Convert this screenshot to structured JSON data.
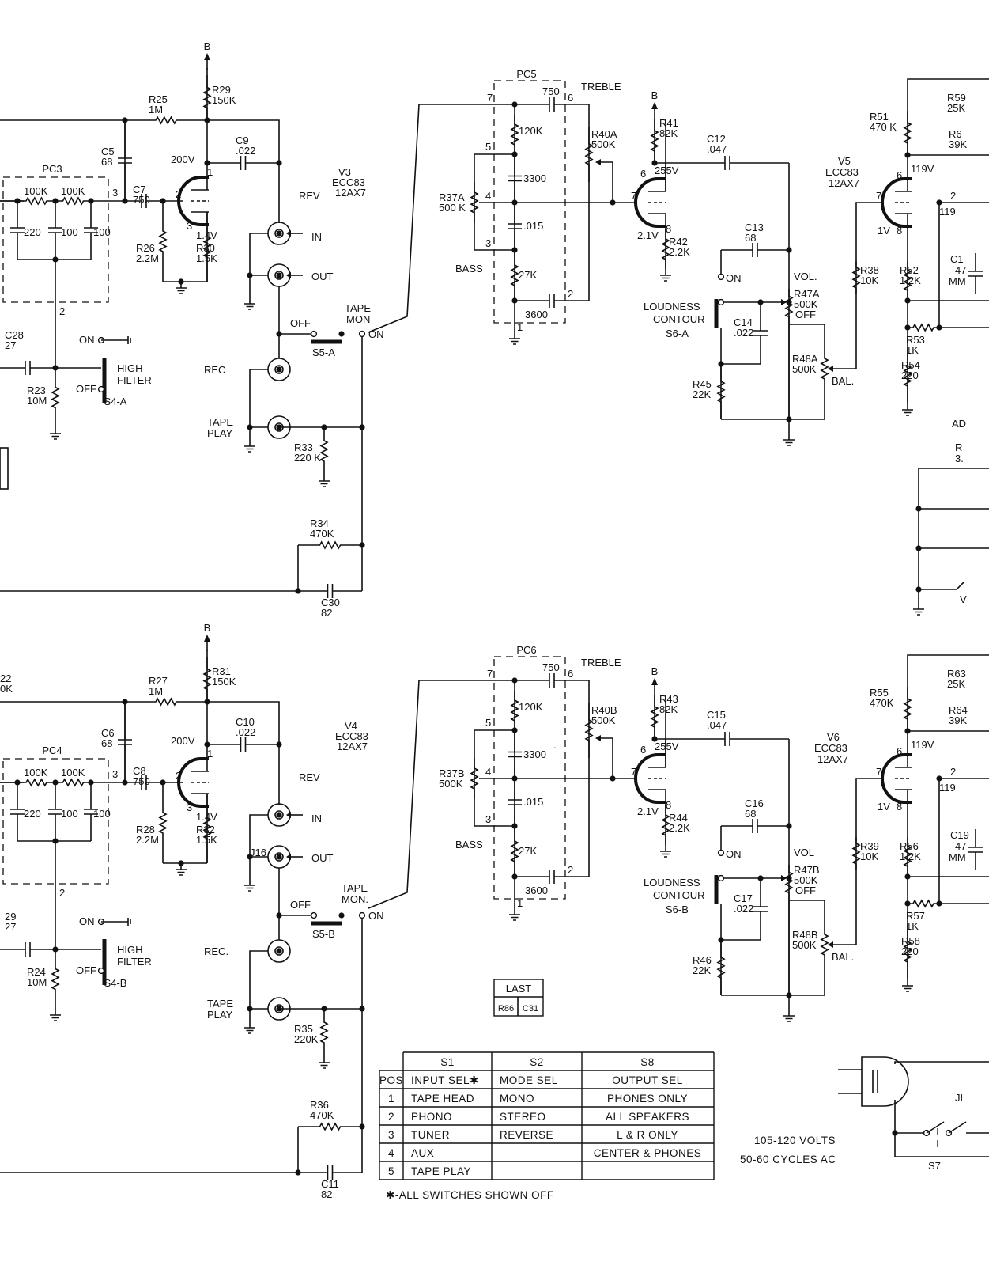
{
  "components": {
    "R25": [
      "R25",
      "1M"
    ],
    "R29": [
      "R29",
      "150K"
    ],
    "C5": [
      "C5",
      "68"
    ],
    "C7": [
      "C7",
      "750"
    ],
    "C9": [
      "C9",
      ".022"
    ],
    "R26": [
      "R26",
      "2.2M"
    ],
    "R30": [
      "R30",
      "1.5K"
    ],
    "C28": [
      "C28",
      "27"
    ],
    "R23": [
      "R23",
      "10M"
    ],
    "R33": [
      "R33",
      "220 K"
    ],
    "R34": [
      "R34",
      "470K"
    ],
    "C30": [
      "C30",
      "82"
    ],
    "R41": [
      "R41",
      "82K"
    ],
    "C12": [
      "C12",
      ".047"
    ],
    "R42": [
      "R42",
      "2.2K"
    ],
    "C13": [
      "C13",
      "68"
    ],
    "R37A": [
      "R37A",
      "500 K"
    ],
    "R40A": [
      "R40A",
      "500K"
    ],
    "R47A": [
      "R47A",
      "500K"
    ],
    "C14": [
      "C14",
      ".022"
    ],
    "R45": [
      "R45",
      "22K"
    ],
    "R48A": [
      "R48A",
      "500K"
    ],
    "R51": [
      "R51",
      "470 K"
    ],
    "R38": [
      "R38",
      "10K"
    ],
    "R52": [
      "R52",
      "1.2K"
    ],
    "R53": [
      "R53",
      "1K"
    ],
    "R54": [
      "R54",
      "220"
    ],
    "R59": [
      "R59",
      "25K"
    ],
    "R6x": [
      "R6",
      "39K"
    ],
    "R27": [
      "R27",
      "1M"
    ],
    "R31": [
      "R31",
      "150K"
    ],
    "C6": [
      "C6",
      "68"
    ],
    "C8": [
      "C8",
      "750"
    ],
    "C10": [
      "C10",
      ".022"
    ],
    "R28": [
      "R28",
      "2.2M"
    ],
    "R32": [
      "R32",
      "1.5K"
    ],
    "C29": [
      "29",
      "27"
    ],
    "R24": [
      "R24",
      "10M"
    ],
    "R35": [
      "R35",
      "220K"
    ],
    "R36": [
      "R36",
      "470K"
    ],
    "C11": [
      "C11",
      "82"
    ],
    "R43": [
      "R43",
      "82K"
    ],
    "C15": [
      "C15",
      ".047"
    ],
    "R44": [
      "R44",
      "2.2K"
    ],
    "C16": [
      "C16",
      "68"
    ],
    "R37B": [
      "R37B",
      "500K"
    ],
    "R40B": [
      "R40B",
      "500K"
    ],
    "R47B": [
      "R47B",
      "500K"
    ],
    "C17": [
      "C17",
      ".022"
    ],
    "R46": [
      "R46",
      "22K"
    ],
    "R48B": [
      "R48B",
      "500K"
    ],
    "R55": [
      "R55",
      "470K"
    ],
    "R39": [
      "R39",
      "10K"
    ],
    "R56": [
      "R56",
      "1.2K"
    ],
    "R57": [
      "R57",
      "1K"
    ],
    "R58": [
      "R58",
      "220"
    ],
    "R63": [
      "R63",
      "25K"
    ],
    "R64": [
      "R64",
      "39K"
    ],
    "R22": [
      "22",
      "0K"
    ]
  },
  "plain": {
    "B": "B",
    "pc3": "PC3",
    "pc4": "PC4",
    "pc5": "PC5",
    "pc6": "PC6",
    "k100": "100K",
    "c220": "220",
    "c100": "100",
    "c3300": "3300",
    "c015": ".015",
    "r120k": "120K",
    "r27k": "27K",
    "c3600": "3600",
    "c750": "750",
    "v3": "V3",
    "v4": "V4",
    "v5": "V5",
    "v6": "V6",
    "ecc83": "ECC83",
    "ax7": "12AX7",
    "v200": "200V",
    "v14": "1.4V",
    "v255": "255V",
    "v21": "2.1V",
    "v119": "119V",
    "v1": "1V",
    "v119b": "119",
    "rev": "REV",
    "in": "IN",
    "out": "OUT",
    "off": "OFF",
    "on": "ON",
    "tape": "TAPE",
    "mon": "MON",
    "mon2": "MON.",
    "s5a": "S5-A",
    "s5b": "S5-B",
    "rec": "REC",
    "rec2": "REC.",
    "play": "PLAY",
    "high": "HIGH",
    "filter": "FILTER",
    "s4a": "S4-A",
    "s4b": "S4-B",
    "treble": "TREBLE",
    "bass": "BASS",
    "loud": "LOUDNESS",
    "contour": "CONTOUR",
    "s6a": "S6-A",
    "s6b": "S6-B",
    "vol": "VOL.",
    "vol2": "VOL",
    "bal": "BAL.",
    "j16": "J16",
    "c18": "C1",
    "c18b": "47",
    "c18c": "MM",
    "c19": "C19",
    "c19b": "47",
    "c19c": "MM",
    "ad": "AD",
    "rc": "R",
    "rc2": "3.",
    "v": "V",
    "ji": "JI",
    "s7": "S7",
    "last": "LAST",
    "r86": "R86",
    "c31": "C31",
    "volts": "105-120 VOLTS",
    "cycles": "50-60 CYCLES AC",
    "pin1": "1",
    "pin2": "2",
    "pin3": "3",
    "pin4": "4",
    "pin5": "5",
    "pin6": "6",
    "pin7": "7",
    "pin8": "8",
    "dotmark": "."
  },
  "switch_table": {
    "headers": [
      "",
      "S1",
      "S2",
      "S8"
    ],
    "subheaders": [
      "POS",
      "INPUT SEL✱",
      "MODE SEL",
      "OUTPUT SEL"
    ],
    "rows": [
      [
        "1",
        "TAPE HEAD",
        "MONO",
        "PHONES ONLY"
      ],
      [
        "2",
        "PHONO",
        "STEREO",
        "ALL SPEAKERS"
      ],
      [
        "3",
        "TUNER",
        "REVERSE",
        "L & R ONLY"
      ],
      [
        "4",
        "AUX",
        "",
        "CENTER & PHONES"
      ],
      [
        "5",
        "TAPE PLAY",
        "",
        ""
      ]
    ],
    "footnote": "✱-ALL SWITCHES SHOWN OFF"
  }
}
